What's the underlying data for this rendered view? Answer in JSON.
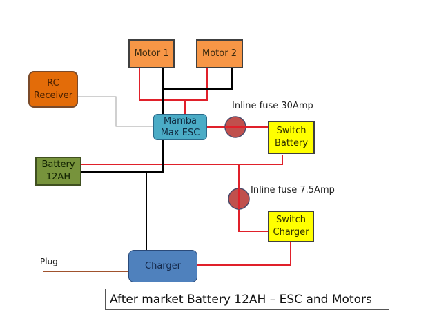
{
  "title": "After market Battery 12AH – ESC and Motors",
  "colors": {
    "motor": "#f79646",
    "receiver": "#e36c09",
    "esc": "#4bacc6",
    "battery": "#77933c",
    "switch": "#ffff00",
    "charger": "#4f81bd",
    "fuse": "#c0504d",
    "power_wire": "#e0202a",
    "ground_wire": "#000000",
    "signal_wire": "#a0a0a0",
    "plug_wire": "#a0522d"
  },
  "components": {
    "motor1": "Motor 1",
    "motor2": "Motor 2",
    "rc_receiver_line1": "RC",
    "rc_receiver_line2": "Receiver",
    "esc_line1": "Mamba",
    "esc_line2": "Max ESC",
    "battery_line1": "Battery",
    "battery_line2": "12AH",
    "switch_battery_line1": "Switch",
    "switch_battery_line2": "Battery",
    "switch_charger_line1": "Switch",
    "switch_charger_line2": "Charger",
    "charger": "Charger"
  },
  "labels": {
    "fuse1": "Inline fuse 30Amp",
    "fuse2": "Inline fuse 7.5Amp",
    "plug": "Plug"
  }
}
